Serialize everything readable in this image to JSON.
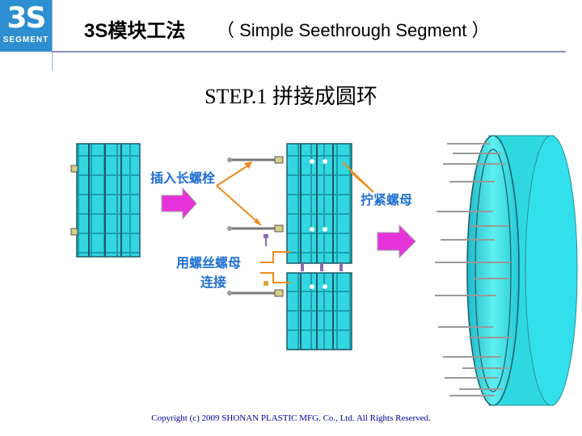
{
  "header": {
    "logo_big": "3S",
    "logo_small": "SEGMENT",
    "title_main": "3S模块工法",
    "title_sub": "（ Simple Seethrough Segment ）"
  },
  "step_title": "STEP.1  拼接成圆环",
  "callouts": {
    "insert_bolt": "插入长螺栓",
    "tighten_nut": "拧紧螺母",
    "connect_line1": "用螺丝螺母",
    "connect_line2": "连接"
  },
  "footer": "Copyright (c) 2009 SHONAN PLASTIC MFG. Co., Ltd. All Rights Reserved.",
  "colors": {
    "segment_fill": "#33d6e0",
    "segment_dark": "#1a9fb0",
    "arrow_fill": "#e633d9",
    "callout_text": "#1f6fd0",
    "callout_line": "#f08a1a",
    "logo_bg": "#2d8fcf"
  }
}
